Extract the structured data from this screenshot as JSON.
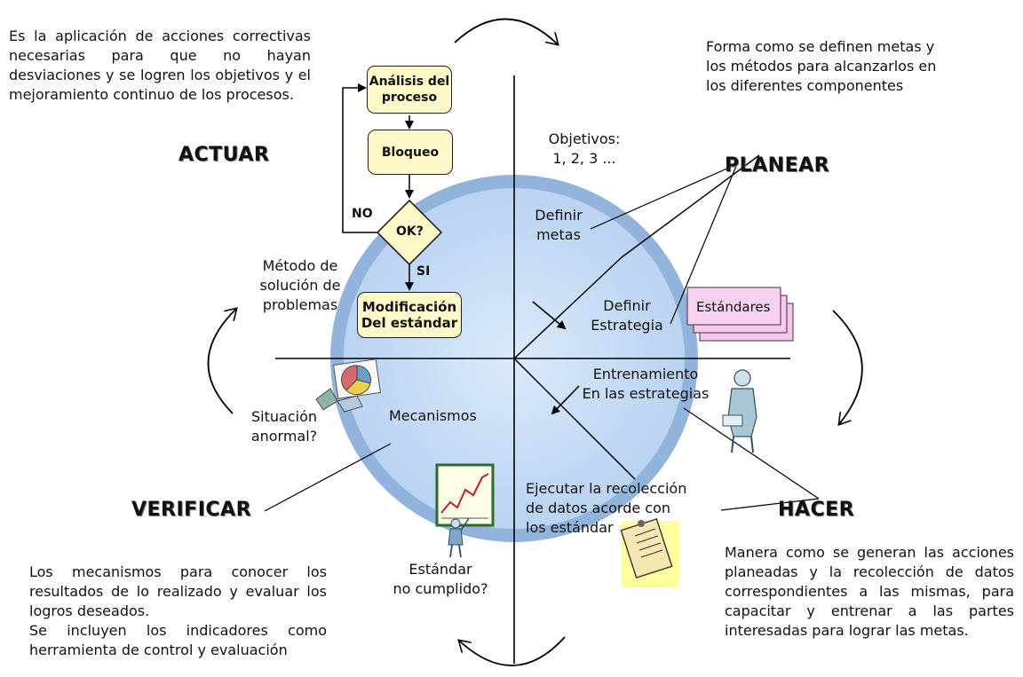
{
  "colors": {
    "circle_fill": "#c4dcf6",
    "circle_ring": "#92b3dc",
    "box_fill": "#fff8c8",
    "standards_fill": "#f3c8ea",
    "clipboard_fill": "#ffffa0"
  },
  "phases": {
    "actuar": "ACTUAR",
    "planear": "PLANEAR",
    "hacer": "HACER",
    "verificar": "VERIFICAR"
  },
  "descriptions": {
    "actuar": "Es la aplicación de acciones correctivas necesarias para que no hayan desviaciones y se logren los objetivos y el mejoramiento continuo de los procesos.",
    "planear": "Forma como se definen metas y los métodos para alcanzarlos en los diferentes componentes",
    "hacer": "Manera como se generan las acciones planeadas y la recolección de datos correspondientes a las mismas, para capacitar y entrenar a las partes interesadas para lograr las metas.",
    "verificar_1": "Los mecanismos para conocer los resultados de lo realizado y evaluar los logros deseados.",
    "verificar_2": "Se incluyen los indicadores como herramienta de control y evaluación"
  },
  "flowchart": {
    "analysis_line1": "Análisis del",
    "analysis_line2": "proceso",
    "block": "Bloqueo",
    "decision": "OK?",
    "no": "NO",
    "yes": "SI",
    "modification_line1": "Modificación",
    "modification_line2": "Del estándar"
  },
  "labels": {
    "objectives_line1": "Objetivos:",
    "objectives_line2": "1, 2, 3 ...",
    "define_goals_line1": "Definir",
    "define_goals_line2": "metas",
    "define_strategy_line1": "Definir",
    "define_strategy_line2": "Estrategia",
    "standards": "Estándares",
    "training_line1": "Entrenamiento",
    "training_line2": "En las estrategias",
    "method_line1": "Método de",
    "method_line2": "solución de",
    "method_line3": "problemas",
    "abnormal_line1": "Situación",
    "abnormal_line2": "anormal?",
    "mechanisms": "Mecanismos",
    "execute_line1": "Ejecutar la recolección",
    "execute_line2": "de datos acorde con",
    "execute_line3": "los estándar",
    "unmet_line1": "Estándar",
    "unmet_line2": "no cumplido?"
  }
}
